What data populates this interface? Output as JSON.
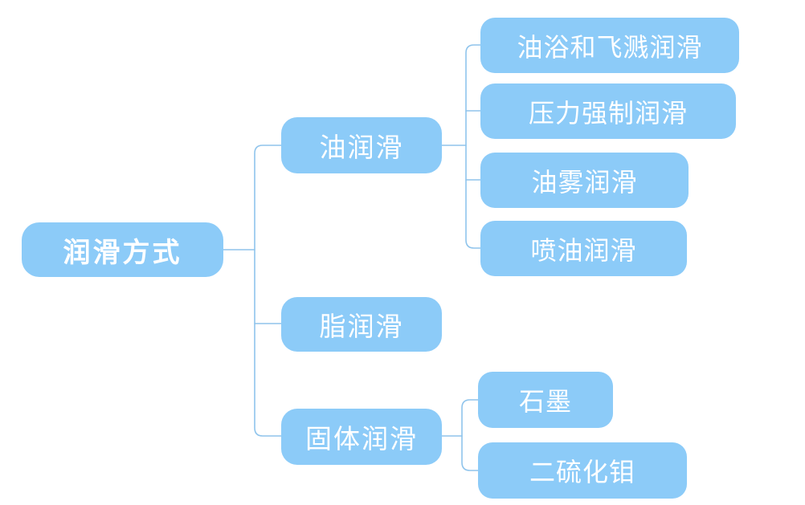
{
  "diagram": {
    "type": "mind-map",
    "orientation": "left-to-right",
    "background_color": "#ffffff",
    "node_color": "#8ccbf8",
    "node_text_color": "#ffffff",
    "connector_color": "#8fc4ec",
    "root": {
      "id": "root",
      "label": "润滑方式",
      "children": [
        {
          "id": "oil",
          "label": "油润滑",
          "children": [
            {
              "id": "bath",
              "label": "油浴和飞溅润滑"
            },
            {
              "id": "press",
              "label": "压力强制润滑"
            },
            {
              "id": "mist",
              "label": "油雾润滑"
            },
            {
              "id": "jet",
              "label": "喷油润滑"
            }
          ]
        },
        {
          "id": "grease",
          "label": "脂润滑",
          "children": []
        },
        {
          "id": "solid",
          "label": "固体润滑",
          "children": [
            {
              "id": "graphite",
              "label": "石墨"
            },
            {
              "id": "mos2",
              "label": "二硫化钼"
            }
          ]
        }
      ]
    }
  }
}
